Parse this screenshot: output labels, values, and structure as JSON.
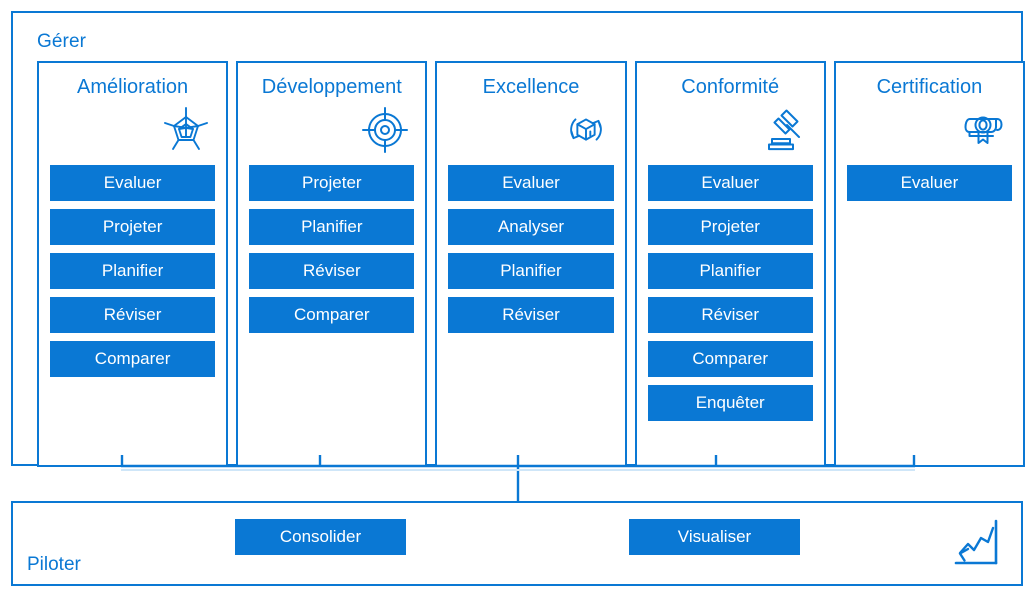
{
  "theme": {
    "accent": "#0a78d4",
    "accent_light": "#8fc4ec",
    "background": "#ffffff",
    "chip_text": "#ffffff"
  },
  "manage_section": {
    "label": "Gérer",
    "columns": [
      {
        "title": "Amélioration",
        "icon": "radar-chart-icon",
        "items": [
          "Evaluer",
          "Projeter",
          "Planifier",
          "Réviser",
          "Comparer"
        ]
      },
      {
        "title": "Développement",
        "icon": "target-crosshair-icon",
        "items": [
          "Projeter",
          "Planifier",
          "Réviser",
          "Comparer"
        ]
      },
      {
        "title": "Excellence",
        "icon": "box-refresh-icon",
        "items": [
          "Evaluer",
          "Analyser",
          "Planifier",
          "Réviser"
        ]
      },
      {
        "title": "Conformité",
        "icon": "gavel-icon",
        "items": [
          "Evaluer",
          "Projeter",
          "Planifier",
          "Réviser",
          "Comparer",
          "Enquêter"
        ]
      },
      {
        "title": "Certification",
        "icon": "certificate-icon",
        "items": [
          "Evaluer"
        ]
      }
    ]
  },
  "pilot_section": {
    "label": "Piloter",
    "buttons": [
      {
        "label": "Consolider"
      },
      {
        "label": "Visualiser"
      }
    ],
    "icon": "growth-line-chart-icon"
  }
}
